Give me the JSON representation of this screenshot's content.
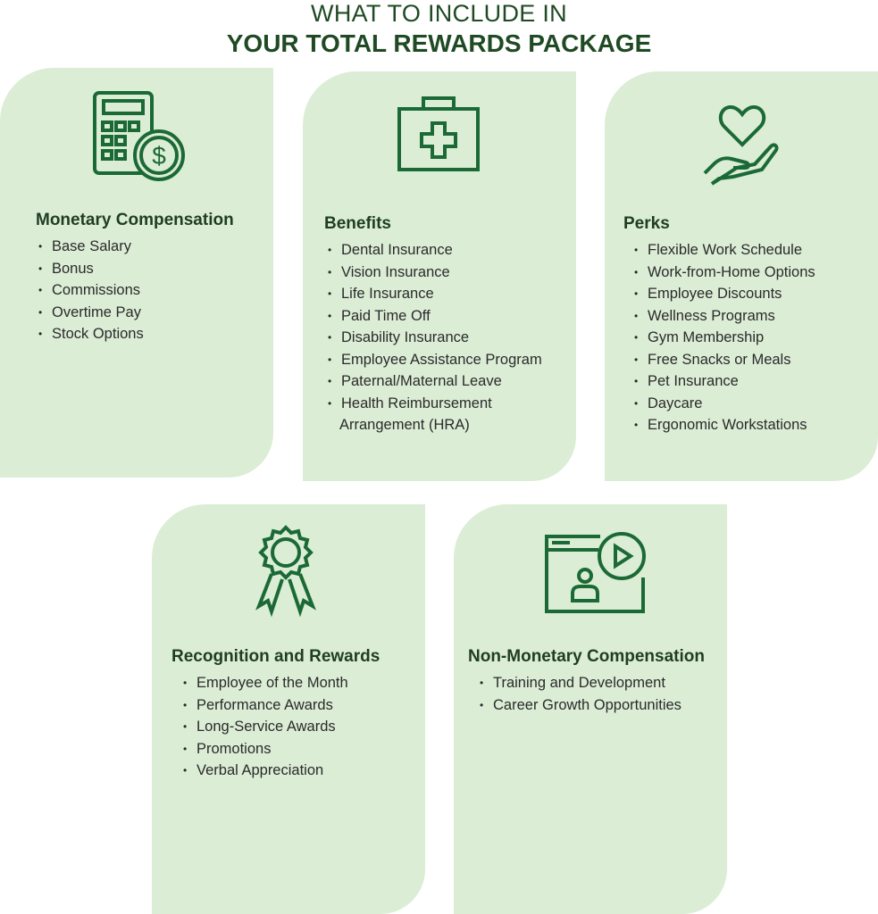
{
  "title": {
    "line1": "WHAT TO INCLUDE IN",
    "line2": "YOUR TOTAL REWARDS PACKAGE"
  },
  "colors": {
    "card_bg": "#dcedd6",
    "icon": "#1b6a36",
    "heading": "#1f3d22"
  },
  "cards": [
    {
      "icon": "calculator-dollar-icon",
      "heading": "Monetary Compensation",
      "items": [
        "Base Salary",
        "Bonus",
        "Commissions",
        "Overtime Pay",
        "Stock Options"
      ]
    },
    {
      "icon": "medical-kit-icon",
      "heading": "Benefits",
      "items": [
        "Dental Insurance",
        "Vision Insurance",
        "Life Insurance",
        "Paid Time Off",
        "Disability Insurance",
        "Employee Assistance Program",
        "Paternal/Maternal Leave",
        "Health Reimbursement",
        "Arrangement (HRA)"
      ]
    },
    {
      "icon": "heart-hand-icon",
      "heading": "Perks",
      "items": [
        "Flexible Work Schedule",
        "Work-from-Home Options",
        "Employee Discounts",
        "Wellness Programs",
        "Gym Membership",
        "Free Snacks or Meals",
        "Pet Insurance",
        "Daycare",
        "Ergonomic Workstations"
      ]
    },
    {
      "icon": "award-ribbon-icon",
      "heading": "Recognition and Rewards",
      "items": [
        "Employee of the Month",
        "Performance Awards",
        "Long-Service Awards",
        "Promotions",
        "Verbal Appreciation"
      ]
    },
    {
      "icon": "video-training-icon",
      "heading": "Non-Monetary Compensation",
      "items": [
        "Training and Development",
        "Career Growth Opportunities"
      ]
    }
  ]
}
